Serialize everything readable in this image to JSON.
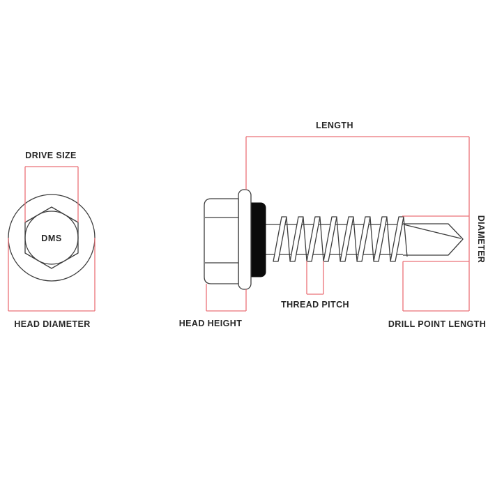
{
  "title": "Hex head self-drilling screw dimension diagram",
  "labels": {
    "length": "LENGTH",
    "diameter": "DIAMETER",
    "drive_size": "DRIVE SIZE",
    "head_diameter": "HEAD DIAMETER",
    "head_height": "HEAD HEIGHT",
    "thread_pitch": "THREAD PITCH",
    "drill_point_length": "DRILL POINT LENGTH",
    "drive_marking": "DMS"
  },
  "colors": {
    "dimension_line": "#ea7177",
    "outline": "#3c3c3c",
    "washer_fill": "#0b0b0b",
    "label_text": "#262626",
    "background": "#ffffff"
  },
  "icons": {
    "front_view": "hex-head-front-view",
    "side_view": "screw-side-view"
  }
}
